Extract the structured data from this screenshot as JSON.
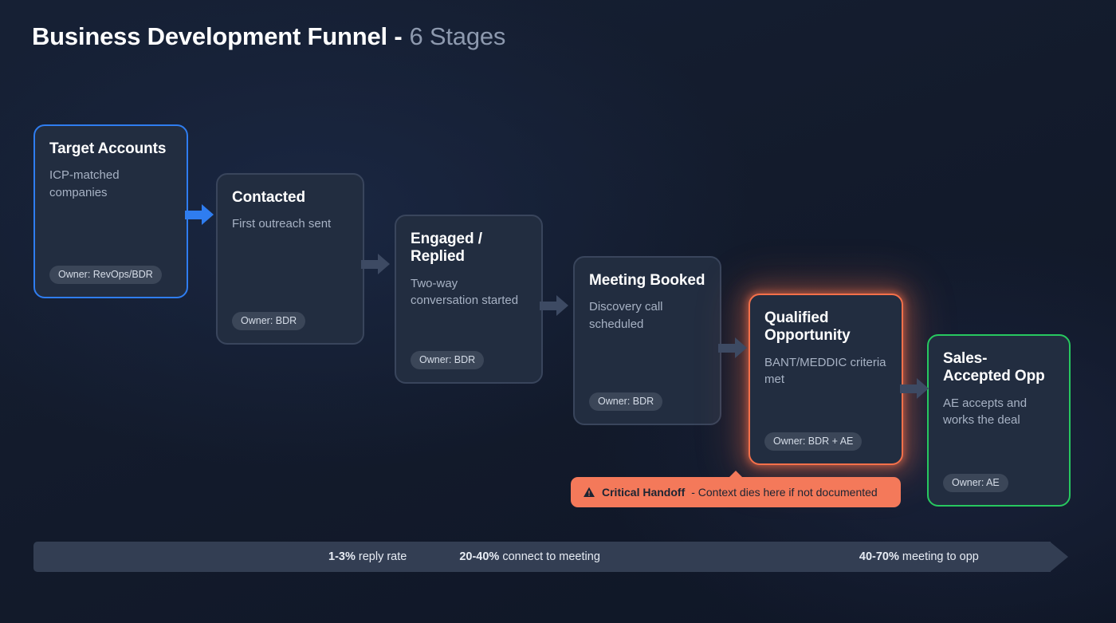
{
  "header": {
    "title_main": "Business Development Funnel -",
    "title_sub": "6 Stages"
  },
  "colors": {
    "background": "#121a2b",
    "card_fill": "#222d40",
    "card_border_default": "#39455c",
    "accent_blue": "#2f7df0",
    "accent_orange": "#f4704a",
    "accent_green": "#27c85f",
    "banner_bg": "#f4795a",
    "metrics_bar": "#333e53",
    "arrow_default": "#3d4a63"
  },
  "funnel": {
    "stages": [
      {
        "title": "Target Accounts",
        "description": "ICP-matched companies",
        "owner": "Owner: RevOps/BDR",
        "accent": "blue"
      },
      {
        "title": "Contacted",
        "description": "First outreach sent",
        "owner": "Owner: BDR",
        "accent": "default"
      },
      {
        "title": "Engaged / Replied",
        "description": "Two-way conversation started",
        "owner": "Owner: BDR",
        "accent": "default"
      },
      {
        "title": "Meeting Booked",
        "description": "Discovery call scheduled",
        "owner": "Owner: BDR",
        "accent": "default"
      },
      {
        "title": "Qualified Opportunity",
        "description": "BANT/MEDDIC criteria met",
        "owner": "Owner: BDR + AE",
        "accent": "orange"
      },
      {
        "title": "Sales-Accepted Opp",
        "description": "AE accepts and works the deal",
        "owner": "Owner: AE",
        "accent": "green"
      }
    ]
  },
  "handoff_banner": {
    "icon": "warning-triangle-icon",
    "label": "Critical Handoff",
    "message": " - Context dies here if not documented"
  },
  "metrics": [
    {
      "pct": "1-3%",
      "label": " reply rate"
    },
    {
      "pct": "20-40%",
      "label": " connect to meeting"
    },
    {
      "pct": "40-70%",
      "label": " meeting to opp"
    }
  ]
}
